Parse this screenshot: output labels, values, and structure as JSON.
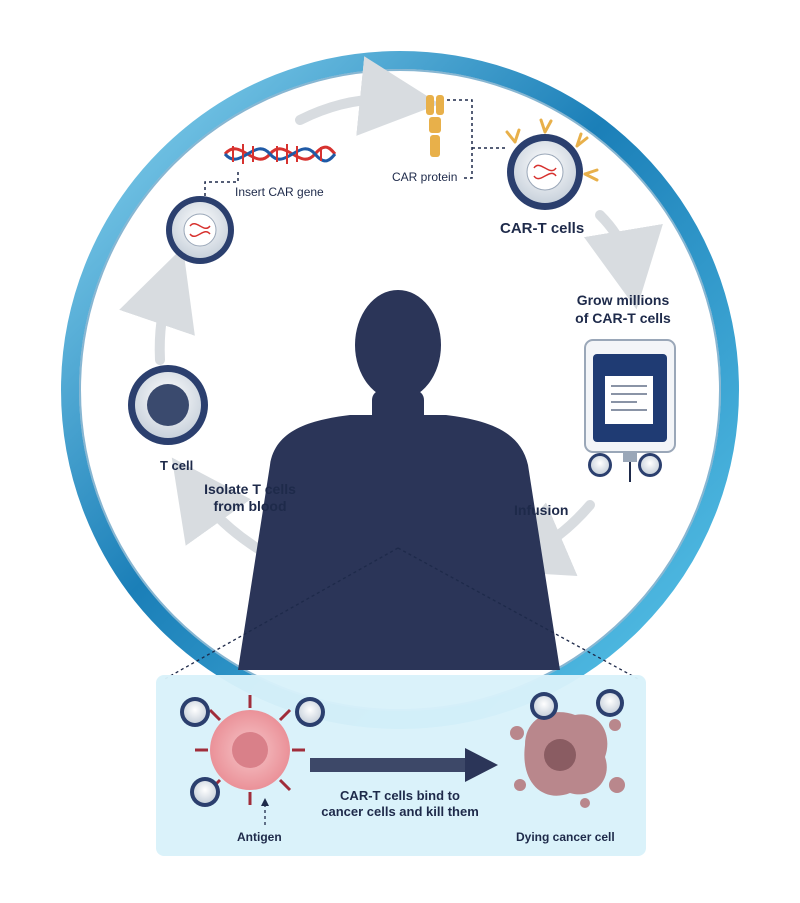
{
  "labels": {
    "insert_car_gene": "Insert CAR gene",
    "car_protein": "CAR protein",
    "car_t_cells": "CAR-T cells",
    "grow_line1": "Grow millions",
    "grow_line2": "of CAR-T cells",
    "t_cell": "T cell",
    "isolate_line1": "Isolate T cells",
    "isolate_line2": "from blood",
    "infusion": "Infusion",
    "bind_line1": "CAR-T cells bind to",
    "bind_line2": "cancer cells and kill them",
    "antigen": "Antigen",
    "dying": "Dying cancer cell"
  },
  "colors": {
    "ring_outer": "#5cc8ec",
    "ring_inner": "#1b7fb8",
    "silhouette": "#2b3558",
    "panel_bg": "#d9f1fa",
    "cycle_arrow": "#d8dce0",
    "dna_red": "#d7322f",
    "dna_blue": "#1f5aa6",
    "car_protein": "#e8b04a",
    "cancer_cell": "#f2a6ac",
    "dying_cell": "#9b6f73",
    "label_text": "#1e2a4a"
  },
  "icons": [
    "dna-icon",
    "t-cell-icon",
    "car-protein-icon",
    "car-t-cell-icon",
    "infusion-bag-icon",
    "human-silhouette",
    "cancer-cell-icon",
    "dying-cancer-cell-icon",
    "arrow-icon"
  ]
}
